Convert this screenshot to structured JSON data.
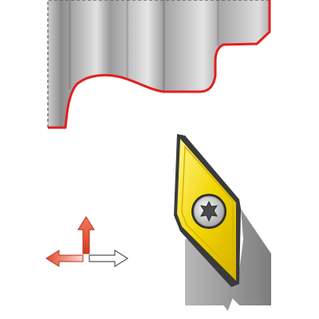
{
  "colors": {
    "background": "#ffffff",
    "workpiece_fill_light": "#dcdcdc",
    "workpiece_fill_dark": "#8a8a8a",
    "machined_edge": "#e0201e",
    "outline": "#222222",
    "holder_fill": "#9a9a9a",
    "insert_fill": "#f2d600",
    "insert_edge": "#c9a800",
    "screw_fill": "#c9c9c9",
    "arrow_red": "#e8503a",
    "arrow_white": "#ffffff"
  },
  "icons": {
    "workpiece": "workpiece-profile",
    "insert": "rhombic-insert",
    "screw": "torx-screw-icon",
    "feed_arrows": "feed-direction-arrows"
  }
}
